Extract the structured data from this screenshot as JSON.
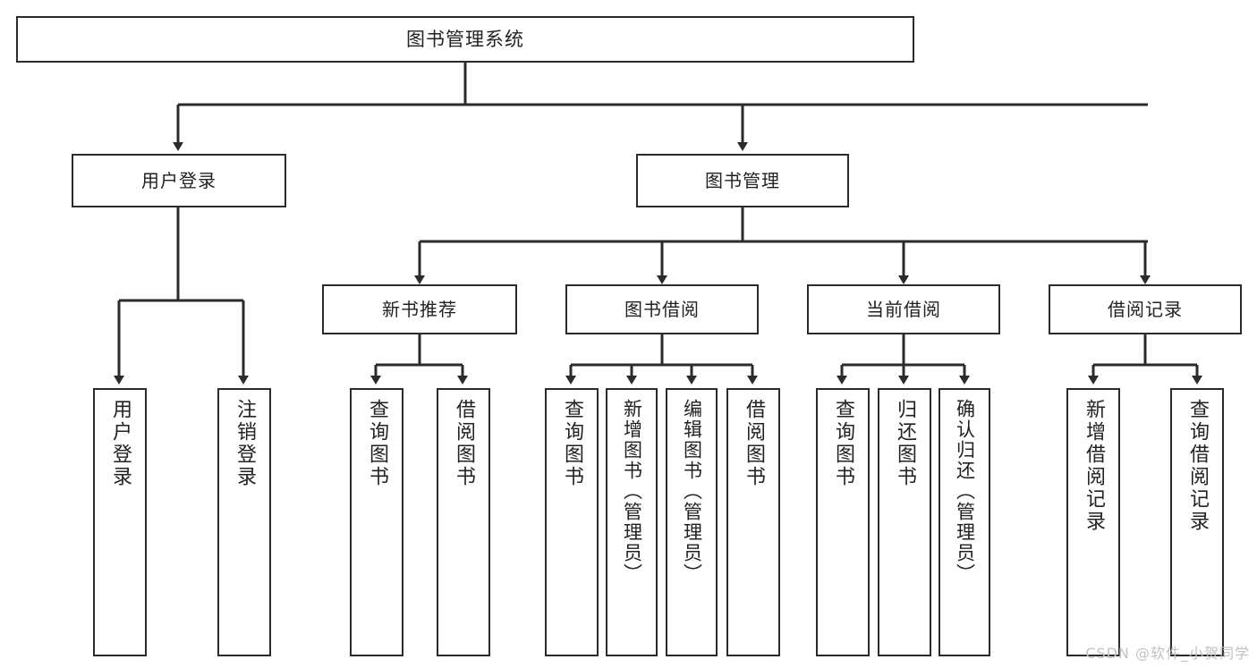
{
  "diagram": {
    "type": "tree-hierarchy-chart",
    "title": "图书管理系统",
    "line_color": "#2b2b2b",
    "box_fill": "#ffffff",
    "text_color": "#222222",
    "nodes": {
      "root": {
        "label": "图书管理系统"
      },
      "level1": [
        {
          "id": "user-login",
          "label": "用户登录"
        },
        {
          "id": "book-manage",
          "label": "图书管理"
        }
      ],
      "level2": [
        {
          "id": "new-book-recommend",
          "label": "新书推荐"
        },
        {
          "id": "book-borrow",
          "label": "图书借阅"
        },
        {
          "id": "current-borrow",
          "label": "当前借阅"
        },
        {
          "id": "borrow-record",
          "label": "借阅记录"
        }
      ],
      "leaves": {
        "user-login": [
          {
            "id": "leaf-user-login",
            "label": "用户登录"
          },
          {
            "id": "leaf-logout-login",
            "label": "注销登录"
          }
        ],
        "new-book-recommend": [
          {
            "id": "leaf-query-book-1",
            "label": "查询图书"
          },
          {
            "id": "leaf-borrow-book-1",
            "label": "借阅图书"
          }
        ],
        "book-borrow": [
          {
            "id": "leaf-query-book-2",
            "label": "查询图书"
          },
          {
            "id": "leaf-add-book-admin",
            "label": "新增图书（管理员）"
          },
          {
            "id": "leaf-edit-book-admin",
            "label": "编辑图书（管理员）"
          },
          {
            "id": "leaf-borrow-book-2",
            "label": "借阅图书"
          }
        ],
        "current-borrow": [
          {
            "id": "leaf-query-book-3",
            "label": "查询图书"
          },
          {
            "id": "leaf-return-book",
            "label": "归还图书"
          },
          {
            "id": "leaf-confirm-return-admin",
            "label": "确认归还（管理员）"
          }
        ],
        "borrow-record": [
          {
            "id": "leaf-add-borrow-record",
            "label": "新增借阅记录"
          },
          {
            "id": "leaf-query-borrow-record",
            "label": "查询借阅记录"
          }
        ]
      }
    }
  },
  "watermark": {
    "text": "CSDN @软件_小贺同学"
  }
}
